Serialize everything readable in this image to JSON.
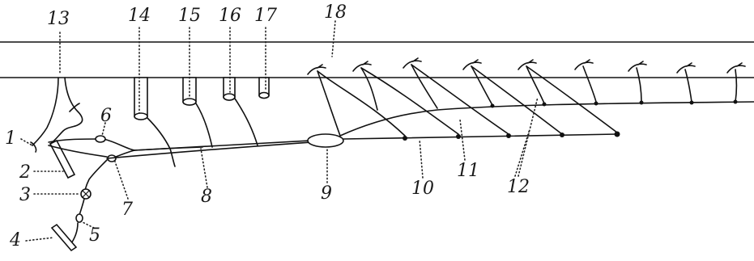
{
  "figure": {
    "labels": [
      "1",
      "2",
      "3",
      "4",
      "5",
      "6",
      "7",
      "8",
      "9",
      "10",
      "11",
      "12",
      "13",
      "14",
      "15",
      "16",
      "17",
      "18"
    ]
  },
  "colors": {
    "ink": "#111111",
    "paper": "#ffffff"
  }
}
